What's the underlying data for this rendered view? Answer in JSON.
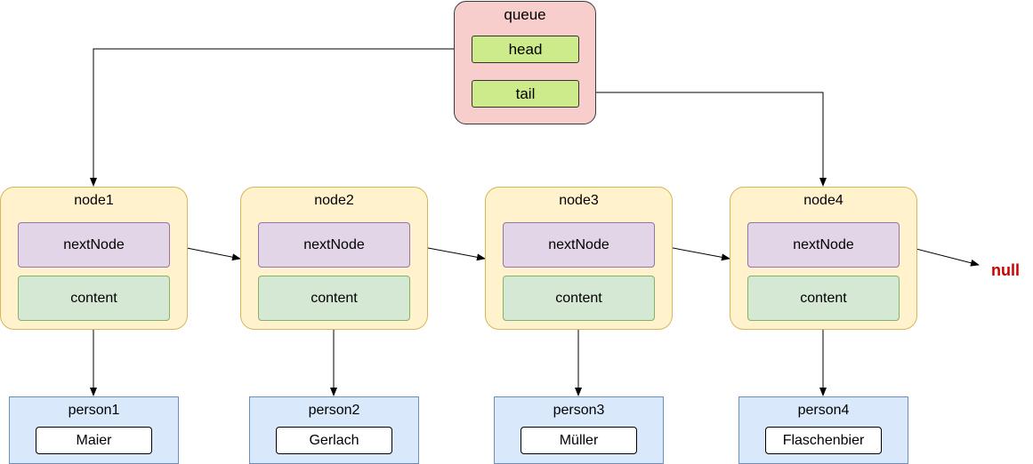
{
  "colors": {
    "queue_fill": "#f8cecc",
    "pointer_fill": "#cdeb8b",
    "node_fill": "#fff2cc",
    "node_border": "#d6b656",
    "next_fill": "#e1d5e7",
    "content_fill": "#d5e8d4",
    "person_fill": "#dae8fc",
    "null_color": "#cc0000"
  },
  "queue": {
    "title": "queue",
    "head_label": "head",
    "tail_label": "tail"
  },
  "nodes": [
    {
      "title": "node1",
      "next_label": "nextNode",
      "content_label": "content"
    },
    {
      "title": "node2",
      "next_label": "nextNode",
      "content_label": "content"
    },
    {
      "title": "node3",
      "next_label": "nextNode",
      "content_label": "content"
    },
    {
      "title": "node4",
      "next_label": "nextNode",
      "content_label": "content"
    }
  ],
  "persons": [
    {
      "title": "person1",
      "name": "Maier"
    },
    {
      "title": "person2",
      "name": "Gerlach"
    },
    {
      "title": "person3",
      "name": "Müller"
    },
    {
      "title": "person4",
      "name": "Flaschenbier"
    }
  ],
  "terminal": {
    "label": "null"
  }
}
